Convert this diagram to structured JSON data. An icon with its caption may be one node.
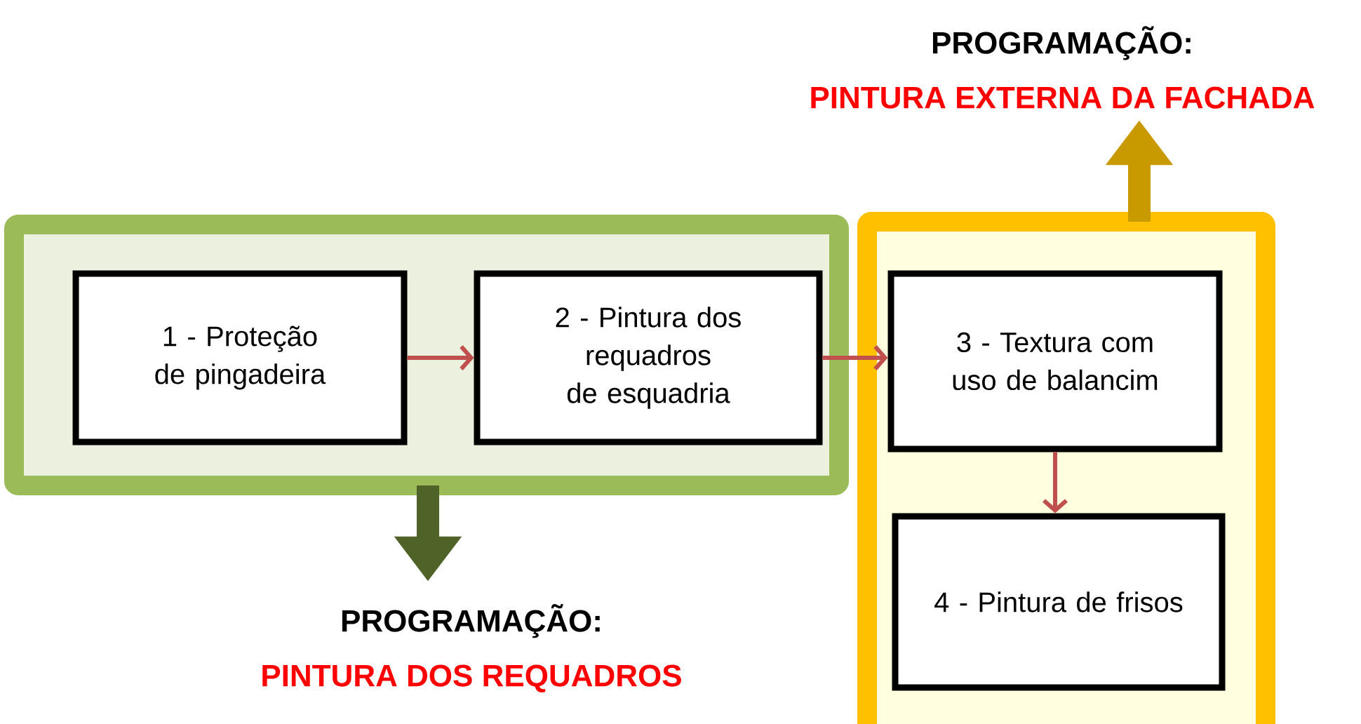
{
  "diagram": {
    "nodes": [
      {
        "text": [],
        "shape": "box"
      },
      {
        "text": [
          "1 - Proteção de pingadeira"
        ],
        "in": 0
      },
      {
        "text": [
          "2 - Pintura dos requadros de esquadria"
        ],
        "in": 0
      },
      {
        "text": [],
        "shape": "box"
      },
      {
        "text": [
          "3 - Textura com uso de balancim"
        ],
        "in": 3
      },
      {
        "text": [
          "4 - Pintura de frisos"
        ],
        "in": 3
      },
      {
        "text": [
          "PROGRAMAÇÃO:",
          "PINTURA EXTERNA DA FACHADA"
        ]
      },
      {
        "text": [
          "PROGRAMAÇÃO:",
          "PINTURA DOS REQUADROS"
        ]
      }
    ],
    "edges": [
      {
        "from": 1,
        "to": 2,
        "arrow": "to"
      },
      {
        "from": 2,
        "to": 4,
        "arrow": "to"
      },
      {
        "from": 4,
        "to": 5,
        "arrow": "to"
      },
      {
        "from": 3,
        "to": 6,
        "arrow": "to",
        "style": "thick",
        "color": "#c99a00"
      },
      {
        "from": 0,
        "to": 7,
        "arrow": "to",
        "style": "thick",
        "color": "#4f6228"
      }
    ]
  }
}
